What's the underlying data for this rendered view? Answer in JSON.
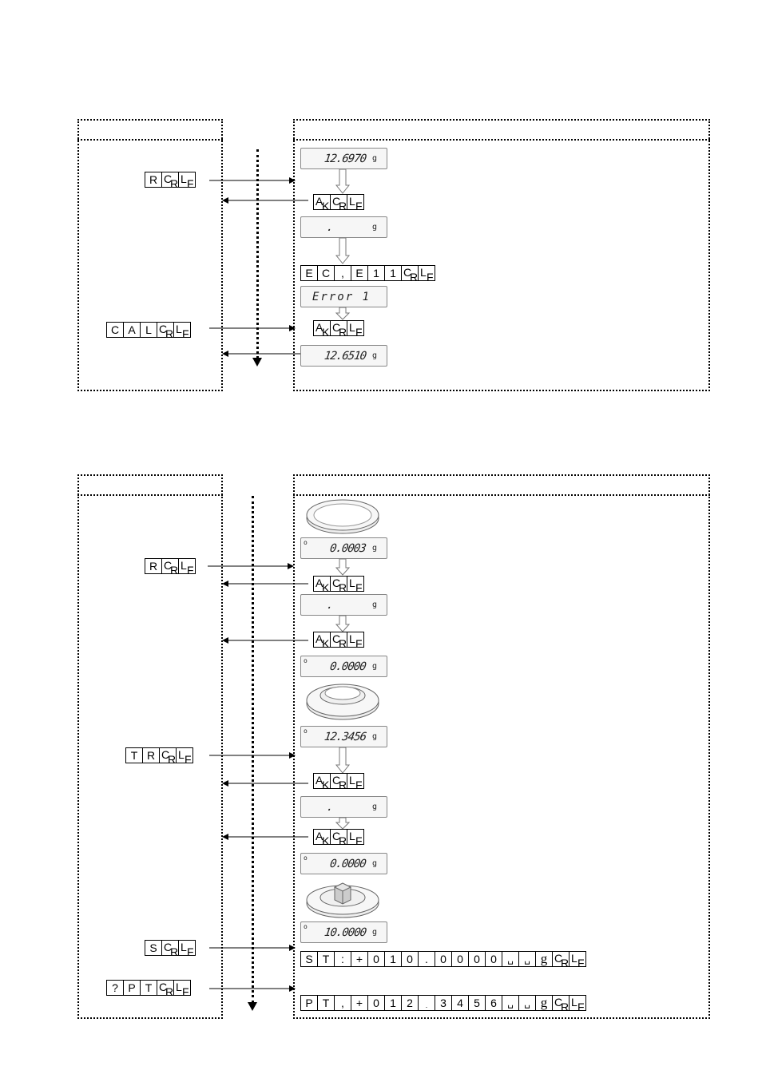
{
  "keys": {
    "R": "R",
    "C": "C",
    "A": "A",
    "L": "L",
    "T": "T",
    "S": "S",
    "P": "P",
    "Q": "?",
    "E": "E",
    "one": "1",
    "comma": ",",
    "colon": ":",
    "plus": "+",
    "zero": "0",
    "two": "2",
    "three": "3",
    "four": "4",
    "five": "5",
    "six": "6",
    "dot": ".",
    "g": "g",
    "space": "␣",
    "cr_a": "C",
    "cr_b": "R",
    "lf_a": "L",
    "lf_b": "F",
    "ak_a": "A",
    "ak_b": "K"
  },
  "displays": {
    "d1": "12.6970",
    "d2": ".",
    "d3": "Error 1",
    "d4": "12.6510",
    "e1": "0.0003",
    "e2": ".",
    "e3": "0.0000",
    "e4": "12.3456",
    "e5": ".",
    "e6": "0.0000",
    "e7": "10.0000",
    "unit": "g",
    "stable": "o"
  }
}
